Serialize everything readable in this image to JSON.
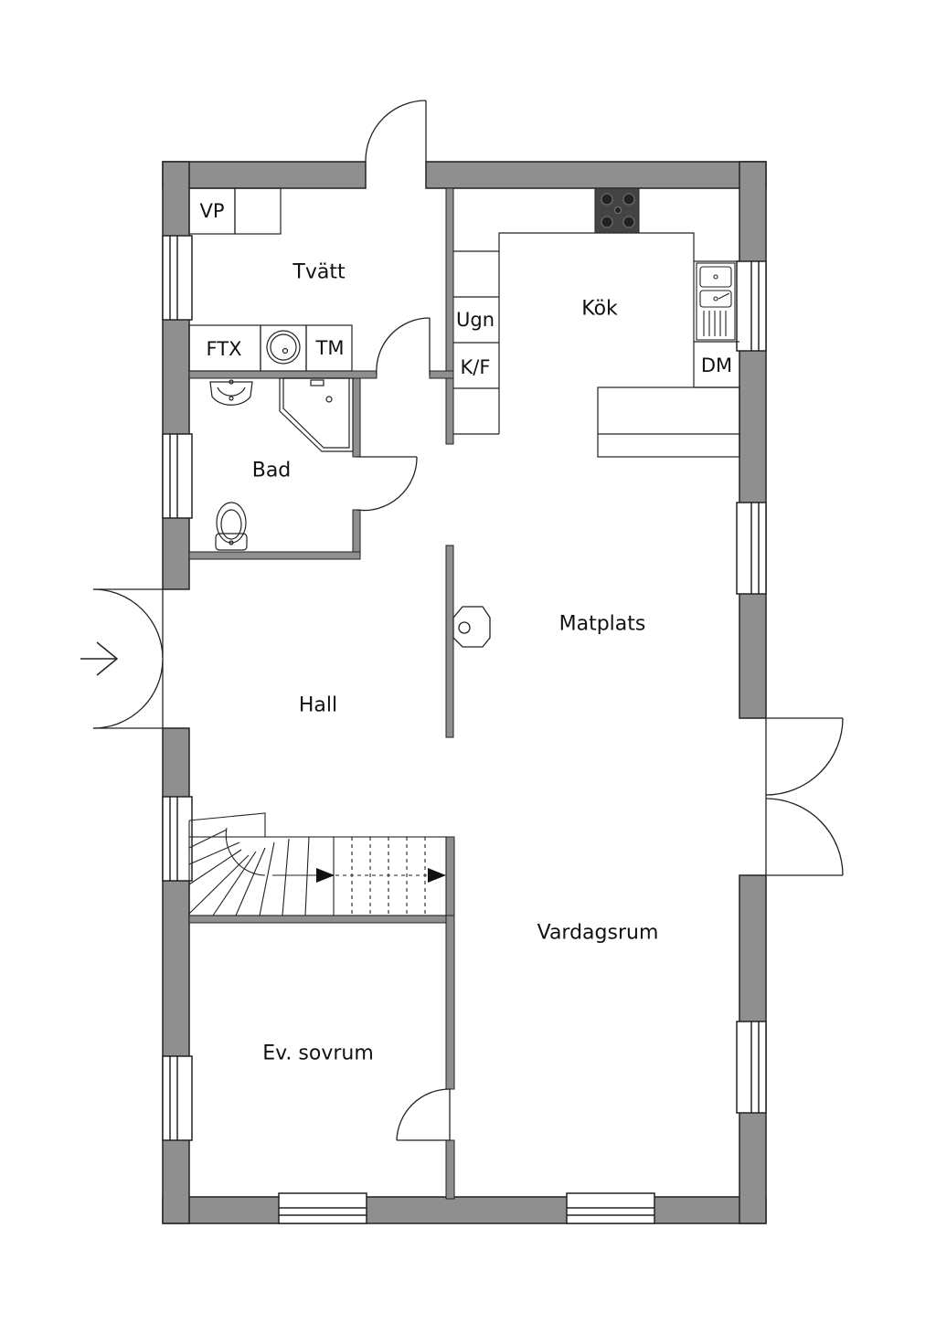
{
  "colors": {
    "wall": "#8f8f8f",
    "line": "#222222",
    "background": "#ffffff"
  },
  "rooms": {
    "tvatt": "Tvätt",
    "kok": "Kök",
    "bad": "Bad",
    "matplats": "Matplats",
    "hall": "Hall",
    "vardagsrum": "Vardagsrum",
    "sovrum": "Ev. sovrum"
  },
  "fixtures": {
    "vp": "VP",
    "ftx": "FTX",
    "tm": "TM",
    "ugn": "Ugn",
    "kf": "K/F",
    "dm": "DM"
  },
  "icons": [
    "entrance-arrow-icon",
    "stove-icon",
    "sink-icon",
    "washbasin-icon",
    "toilet-icon",
    "shower-icon",
    "chimney-icon",
    "stair-arrow-icon"
  ]
}
